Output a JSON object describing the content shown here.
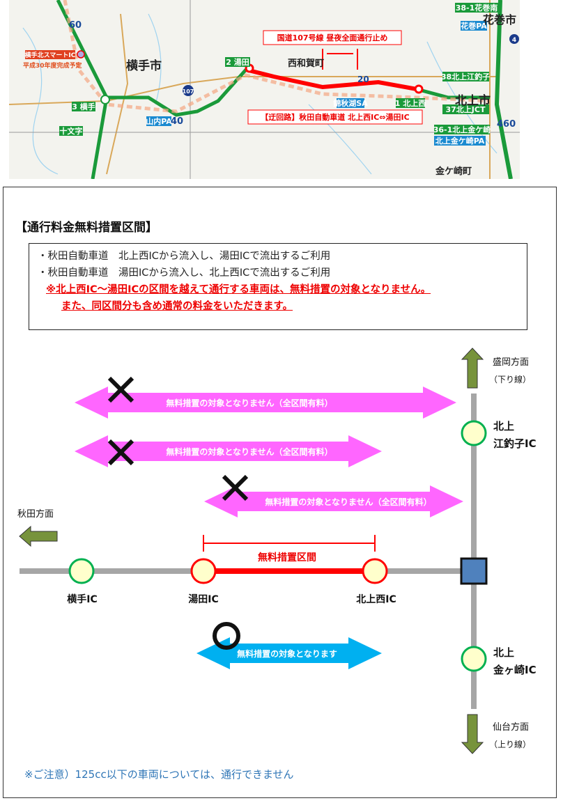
{
  "map": {
    "labels": {
      "closure": "国道107号線 昼夜全面通行止め",
      "detour": "【迂回路】秋田自動車道 北上西IC⇔湯田IC",
      "yuda": "2 湯田",
      "yokote_ic": "3 横手",
      "jumonji": "十文字",
      "kitakami_nishi": "1 北上西",
      "ezuriko": "38北上江釣子",
      "jct": "37北上JCT",
      "kanegasaki": "36-1北上金ケ崎",
      "kanegasaki_pa": "北上金ケ崎PA",
      "hanamaki_minami": "38-1花巻南",
      "hanamaki_pa": "花巻PA",
      "nishikiko_sa": "錦秋湖SA",
      "sannai_pa": "山内PA",
      "smart_ic": "横手北スマートIC",
      "smart_ic_note": "平成30年度完成予定",
      "yokote_city": "横手市",
      "kitakami_city": "北上市",
      "hanamaki_city": "花巻市",
      "nishiwaga": "西和賀町",
      "kanegasaki_town": "金ケ崎町",
      "route107": "107",
      "route4": "4",
      "km60": "60",
      "km40": "40",
      "km20": "20",
      "km460": "460"
    }
  },
  "title": "【通行料金無料措置区間】",
  "info": {
    "line1": "・秋田自動車道　北上西ICから流入し、湯田ICで流出するご利用",
    "line2": "・秋田自動車道　湯田ICから流入し、北上西ICで流出するご利用",
    "warning1": "※北上西IC～湯田ICの区間を越えて通行する車両は、無料措置の対象となりません。",
    "warning2": "また、同区間分も含め通常の料金をいただきます。"
  },
  "diagram": {
    "not_free": "無料措置の対象となりません（全区間有料）",
    "free": "無料措置の対象となります",
    "free_section": "無料措置区間",
    "morioka": "盛岡方面",
    "down_line": "（下り線）",
    "sendai": "仙台方面",
    "up_line": "（上り線）",
    "akita": "秋田方面",
    "ezuriko_1": "北上",
    "ezuriko_2": "江釣子IC",
    "kanegasaki_1": "北上",
    "kanegasaki_2": "金ヶ崎IC",
    "yokote": "横手IC",
    "yuda": "湯田IC",
    "kitakami_nishi": "北上西IC"
  },
  "note": "※ご注意）125cc以下の車両については、通行できません",
  "colors": {
    "pink": "#ff66ff",
    "blue": "#00b0f0",
    "green": "#77933c",
    "red": "#ff0000",
    "jct": "#4f81bd"
  }
}
